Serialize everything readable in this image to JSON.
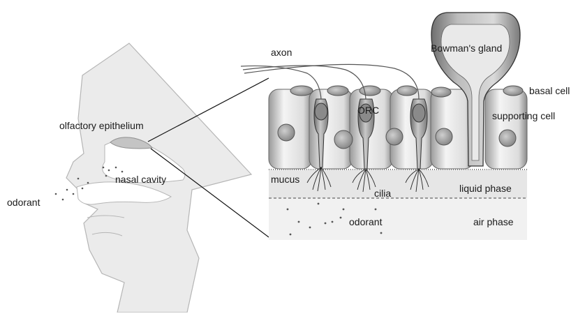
{
  "labels": {
    "axon": "axon",
    "bowmans_gland": "Bowman's gland",
    "basal_cell": "basal cell",
    "olfactory_epithelium": "olfactory epithelium",
    "orc": "ORC",
    "supporting_cell": "supporting cell",
    "nasal_cavity": "nasal cavity",
    "mucus": "mucus",
    "cilia": "cilia",
    "liquid_phase": "liquid phase",
    "odorant_left": "odorant",
    "odorant_right": "odorant",
    "air_phase": "air phase"
  },
  "colors": {
    "head_fill": "#ebebeb",
    "head_stroke": "#b5b5b5",
    "epithelium_patch": "#c4c4c4",
    "cell_light": "#f2f2f2",
    "cell_dark": "#8f8f8f",
    "nucleus": "#9a9a9a",
    "liquid_layer": "#e6e6e6",
    "air_layer": "#f1f1f1",
    "line": "#111111"
  }
}
